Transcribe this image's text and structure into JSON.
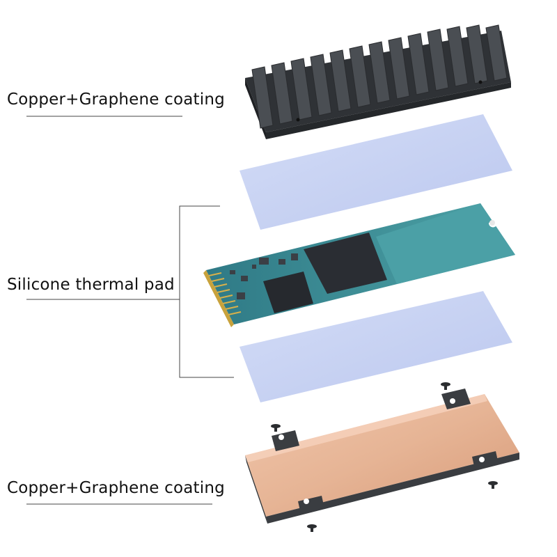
{
  "labels": {
    "top": "Copper+Graphene coating",
    "middle": "Silicone thermal pad",
    "bottom": "Copper+Graphene coating"
  },
  "components": [
    {
      "name": "heatsink-top",
      "color": "#3a3d41"
    },
    {
      "name": "thermal-pad-upper",
      "color": "#c6d1f2"
    },
    {
      "name": "m2-ssd-board",
      "color": "#4d9aa0"
    },
    {
      "name": "thermal-pad-lower",
      "color": "#c6d1f2"
    },
    {
      "name": "copper-bottom-plate",
      "color": "#e6b495"
    }
  ]
}
